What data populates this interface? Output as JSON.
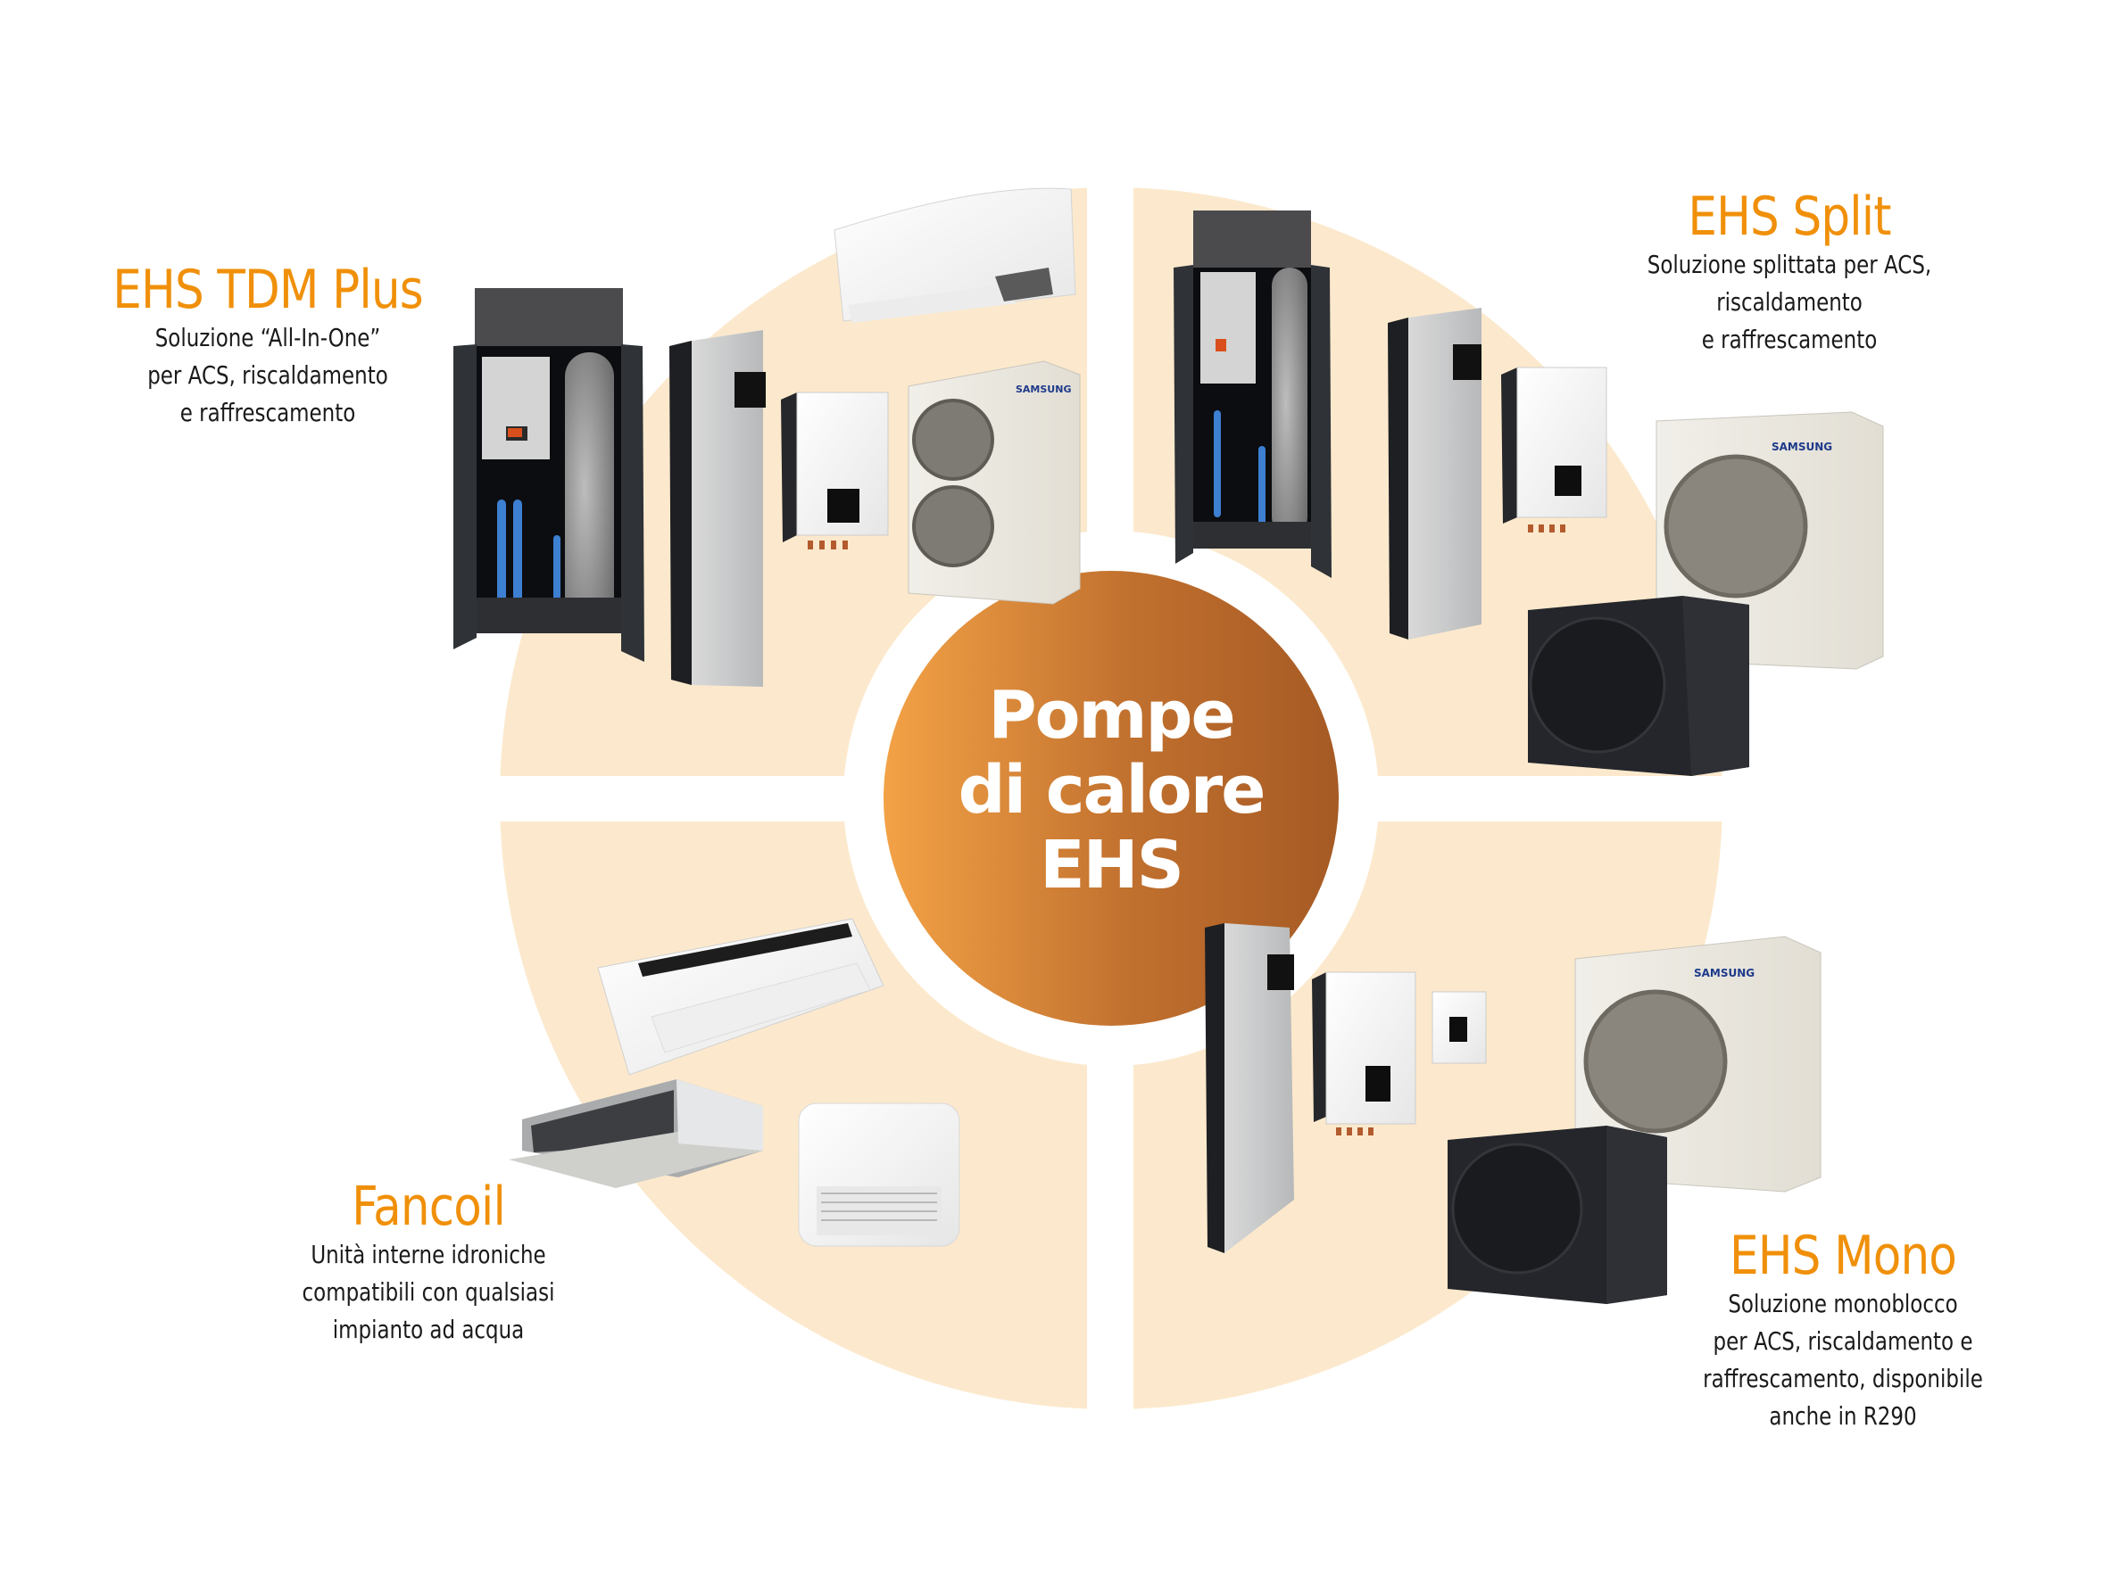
{
  "center": {
    "lines": [
      "Pompe",
      "di calore",
      "EHS"
    ]
  },
  "colors": {
    "accent_orange": "#f0900a",
    "quadrant_fill": "#fce9cd",
    "hub_gradient_start": "#f3a246",
    "hub_gradient_end": "#a65a24",
    "text_dark": "#1a1a1a",
    "background": "#ffffff"
  },
  "segments": [
    {
      "id": "tdm",
      "title": "EHS TDM Plus",
      "description": [
        "Soluzione “All-In-One”",
        "per ACS, riscaldamento",
        "e raffrescamento"
      ],
      "products": [
        "wall-mounted-air-conditioner",
        "tdm-cabinet-with-tank",
        "water-tank-tower",
        "hydro-unit",
        "outdoor-unit-double-fan"
      ]
    },
    {
      "id": "split",
      "title": "EHS Split",
      "description": [
        "Soluzione splittata per ACS,",
        "riscaldamento",
        "e raffrescamento"
      ],
      "products": [
        "tdm-cabinet-with-tank",
        "water-tank-tower",
        "hydro-unit",
        "outdoor-unit-single-fan",
        "monobloc-outdoor-unit-black"
      ]
    },
    {
      "id": "fancoil",
      "title": "Fancoil",
      "description": [
        "Unità interne idroniche",
        "compatibili con qualsiasi",
        "impianto ad acqua"
      ],
      "products": [
        "ceiling-cassette",
        "ducted-fancoil",
        "floor-console-fancoil"
      ]
    },
    {
      "id": "mono",
      "title": "EHS Mono",
      "description": [
        "Soluzione monoblocco",
        "per ACS, riscaldamento e",
        "raffrescamento, disponibile",
        "anche in R290"
      ],
      "products": [
        "water-tank-tower",
        "hydro-unit",
        "controller-box",
        "outdoor-unit-single-fan",
        "monobloc-outdoor-unit-black"
      ]
    }
  ],
  "brand_label": "SAMSUNG"
}
